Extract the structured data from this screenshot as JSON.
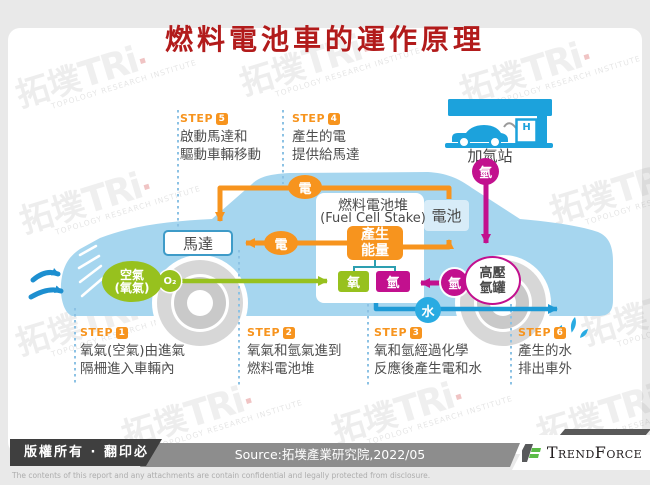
{
  "title": "燃料電池車的運作原理",
  "step_word": "STEP",
  "steps": [
    {
      "num": "1",
      "line1": "氧氣(空氣)由進氣",
      "line2": "隔柵進入車輛內"
    },
    {
      "num": "2",
      "line1": "氧氣和氫氣進到",
      "line2": "燃料電池堆"
    },
    {
      "num": "3",
      "line1": "氧和氫經過化學",
      "line2": "反應後產生電和水"
    },
    {
      "num": "4",
      "line1": "產生的電",
      "line2": "提供給馬達"
    },
    {
      "num": "5",
      "line1": "啟動馬達和",
      "line2": "驅動車輛移動"
    },
    {
      "num": "6",
      "line1": "產生的水",
      "line2": "排出車外"
    }
  ],
  "diagram": {
    "station_label": "加氫站",
    "pump_letter": "H",
    "hydrogen": "氫",
    "electricity": "電",
    "water": "水",
    "oxygen": "氧",
    "o2": "O₂",
    "motor": "馬達",
    "battery": "電池",
    "fuel_cell_line1": "燃料電池堆",
    "fuel_cell_line2": "(Fuel Cell Stake)",
    "energy_line1": "產生",
    "energy_line2": "能量",
    "air_line1": "空氣",
    "air_line2": "(氧氣)",
    "tank_line1": "高壓",
    "tank_line2": "氫罐"
  },
  "footer": {
    "copyright": "版權所有 · 翻印必究",
    "source": "Source:拓墣產業研究院,2022/05",
    "brand": "TrendForce",
    "disclaimer": "The contents of this report and any attachments are contain confidential and legally protected from disclosure."
  },
  "watermark": {
    "cjk": "拓墣",
    "latin": "TRi",
    "caption": "TOPOLOGY RESEARCH INSTITUTE"
  },
  "colors": {
    "orange": "#f7941e",
    "green": "#97c11e",
    "magenta": "#c2108e",
    "water_blue": "#29abe2",
    "car_blue": "#a6d6ef",
    "station_blue": "#1ca2dc",
    "title_red": "#b21b1b"
  }
}
